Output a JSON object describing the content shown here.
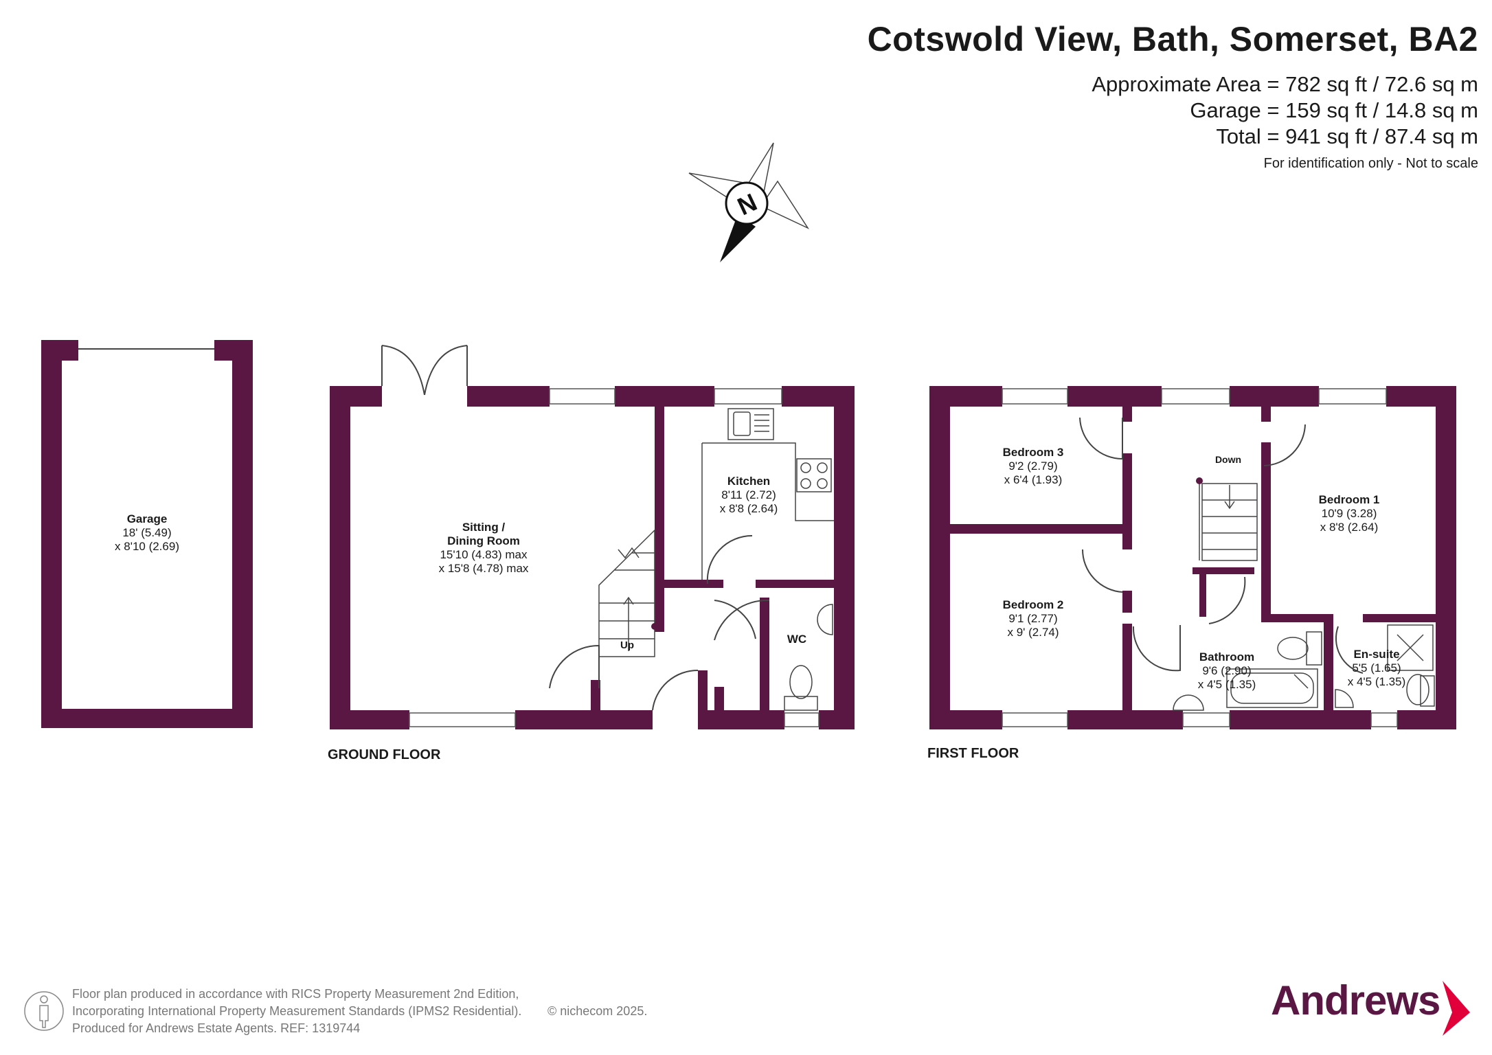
{
  "header": {
    "title": "Cotswold View, Bath, Somerset, BA2",
    "approx_area": "Approximate Area = 782 sq ft / 72.6 sq m",
    "garage_area": "Garage = 159 sq ft / 14.8 sq m",
    "total_area": "Total = 941 sq ft / 87.4 sq m",
    "disclaimer": "For identification only - Not to scale"
  },
  "compass": {
    "label": "N"
  },
  "floors": {
    "ground": "GROUND FLOOR",
    "first": "FIRST FLOOR"
  },
  "rooms": {
    "garage": {
      "name": "Garage",
      "dim1": "18' (5.49)",
      "dim2": "x 8'10 (2.69)"
    },
    "sitting": {
      "name1": "Sitting /",
      "name2": "Dining Room",
      "dim1": "15'10 (4.83) max",
      "dim2": "x 15'8 (4.78) max"
    },
    "kitchen": {
      "name": "Kitchen",
      "dim1": "8'11 (2.72)",
      "dim2": "x 8'8 (2.64)"
    },
    "wc": {
      "name": "WC"
    },
    "stairs_up": "Up",
    "stairs_down": "Down",
    "bedroom3": {
      "name": "Bedroom 3",
      "dim1": "9'2 (2.79)",
      "dim2": "x 6'4 (1.93)"
    },
    "bedroom2": {
      "name": "Bedroom 2",
      "dim1": "9'1 (2.77)",
      "dim2": "x 9' (2.74)"
    },
    "bedroom1": {
      "name": "Bedroom 1",
      "dim1": "10'9 (3.28)",
      "dim2": "x 8'8 (2.64)"
    },
    "bathroom": {
      "name": "Bathroom",
      "dim1": "9'6 (2.90)",
      "dim2": "x 4'5 (1.35)"
    },
    "ensuite": {
      "name": "En-suite",
      "dim1": "5'5 (1.65)",
      "dim2": "x 4'5 (1.35)"
    }
  },
  "footer": {
    "line1": "Floor plan produced in accordance with RICS Property Measurement 2nd Edition,",
    "line2": "Incorporating International Property Measurement Standards (IPMS2 Residential).",
    "line3": "Produced for Andrews Estate Agents.   REF: 1319744",
    "copyright": "© nichecom 2025."
  },
  "brand": {
    "name": "Andrews",
    "color": "#5b1744",
    "accent": "#e2003a"
  },
  "colors": {
    "wall": "#5b1744"
  }
}
